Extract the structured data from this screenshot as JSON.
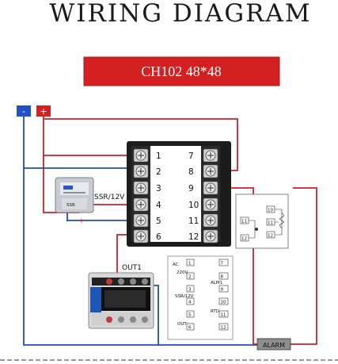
{
  "title": "WIRING DIAGRAM",
  "model_banner": "CH102  48*48",
  "polarity": {
    "negative": "-",
    "positive": "+"
  },
  "terminals_left": [
    "1",
    "2",
    "3",
    "4",
    "5",
    "6"
  ],
  "terminals_right": [
    "7",
    "8",
    "9",
    "10",
    "11",
    "12"
  ],
  "ssr_label": "SSR/12V",
  "ssr_minus": "-",
  "ssr_plus": "+",
  "contactor_label": "OUT1",
  "alarm_label": "ALARM",
  "legend": {
    "power": "220V",
    "ac": "AC",
    "alm1": "ALM1",
    "ssr": "SSR/12V",
    "out": "OUT",
    "rtd": "RTD",
    "numbers_left": [
      "1",
      "2",
      "3",
      "4",
      "5",
      "6"
    ],
    "numbers_right": [
      "7",
      "8",
      "9",
      "10",
      "11",
      "12"
    ]
  },
  "sensor_box": {
    "left_numbers": [
      "11",
      "12"
    ],
    "right_numbers": [
      "10",
      "11",
      "12"
    ]
  },
  "colors": {
    "red": "#d11f2a",
    "blue": "#1f4fb8",
    "banner": "#d42020",
    "housing": "#1c1c1c"
  }
}
